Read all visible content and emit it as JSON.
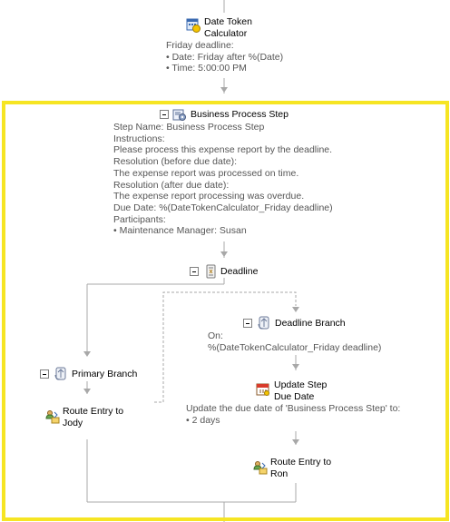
{
  "nodes": {
    "date_token": {
      "title_line1": "Date Token",
      "title_line2": "Calculator",
      "details": [
        "Friday deadline:",
        "• Date: Friday after %(Date)",
        "• Time: 5:00:00 PM"
      ]
    },
    "bps": {
      "title": "Business Process Step",
      "details": [
        "Step Name: Business Process Step",
        "Instructions:",
        "Please process this expense report by the deadline.",
        "Resolution (before due date):",
        "The expense report was processed on time.",
        "Resolution (after due date):",
        "The expense report processing was overdue.",
        "Due Date: %(DateTokenCalculator_Friday deadline)",
        "Participants:",
        "• Maintenance Manager: Susan"
      ]
    },
    "deadline": {
      "title": "Deadline"
    },
    "deadline_branch": {
      "title": "Deadline Branch",
      "details": [
        "On:",
        "%(DateTokenCalculator_Friday deadline)"
      ]
    },
    "update_step": {
      "title_line1": "Update Step",
      "title_line2": "Due Date",
      "details": [
        "Update the due date of 'Business Process Step' to:",
        "• 2 days"
      ]
    },
    "primary_branch": {
      "title": "Primary Branch"
    },
    "route_jody": {
      "title_line1": "Route Entry to",
      "title_line2": "Jody"
    },
    "route_ron": {
      "title_line1": "Route Entry to",
      "title_line2": "Ron"
    }
  },
  "colors": {
    "highlight": "#f6e523",
    "connector": "#a8a8a8",
    "text_gray": "#555555"
  }
}
